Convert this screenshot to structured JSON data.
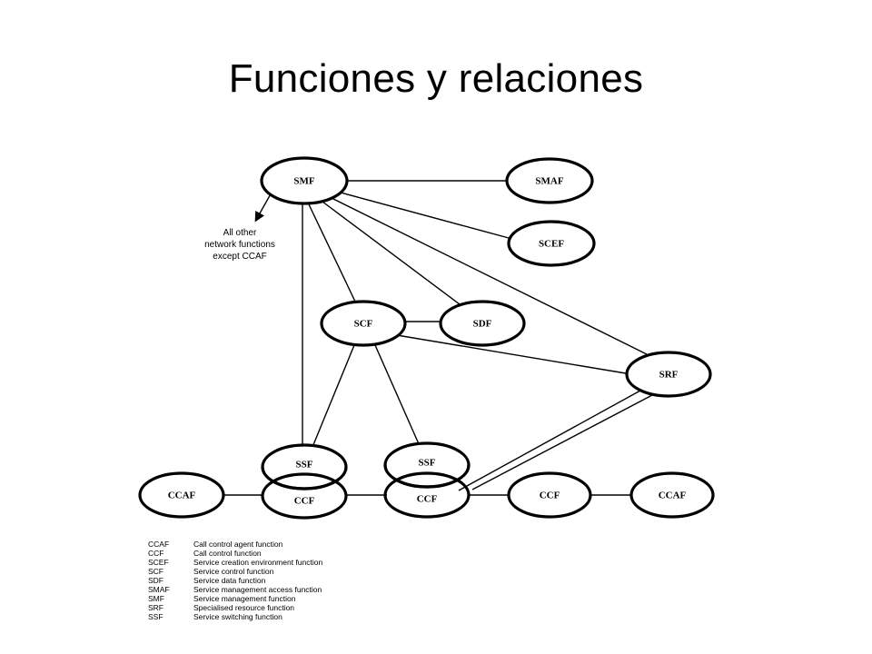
{
  "title": "Funciones y relaciones",
  "nodes": {
    "smf": "SMF",
    "smaf": "SMAF",
    "scef": "SCEF",
    "scf": "SCF",
    "sdf": "SDF",
    "srf": "SRF",
    "ssf_left": "SSF",
    "ssf_right": "SSF",
    "ccaf_left": "CCAF",
    "ccf_left": "CCF",
    "ccf_mid": "CCF",
    "ccf_right": "CCF",
    "ccaf_right": "CCAF"
  },
  "note": [
    "All other",
    "network functions",
    "except CCAF"
  ],
  "legend": [
    {
      "abbr": "CCAF",
      "desc": "Call control agent function"
    },
    {
      "abbr": "CCF",
      "desc": "Call control function"
    },
    {
      "abbr": "SCEF",
      "desc": "Service creation environment function"
    },
    {
      "abbr": "SCF",
      "desc": "Service control function"
    },
    {
      "abbr": "SDF",
      "desc": "Service data function"
    },
    {
      "abbr": "SMAF",
      "desc": "Service management access function"
    },
    {
      "abbr": "SMF",
      "desc": "Service management function"
    },
    {
      "abbr": "SRF",
      "desc": "Specialised resource function"
    },
    {
      "abbr": "SSF",
      "desc": "Service switching function"
    }
  ]
}
